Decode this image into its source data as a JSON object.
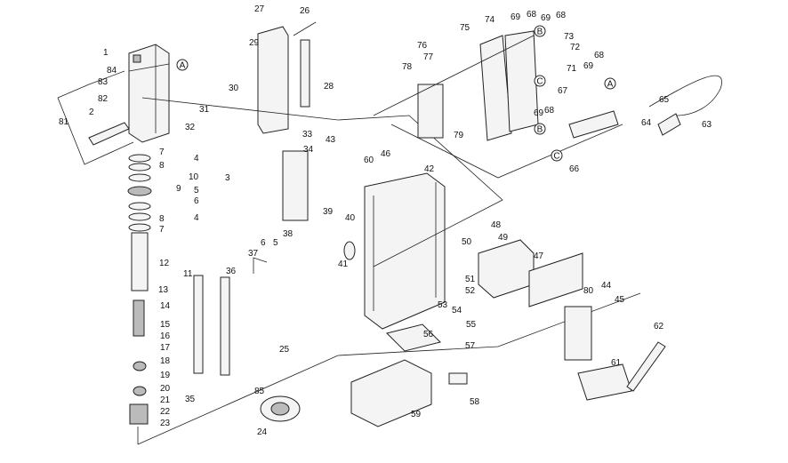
{
  "diagram": {
    "labels": [
      "1",
      "84",
      "83",
      "82",
      "81",
      "2",
      "27",
      "26",
      "29",
      "28",
      "30",
      "31",
      "32",
      "33",
      "34",
      "43",
      "7",
      "8",
      "4",
      "10",
      "9",
      "3",
      "5",
      "6",
      "4",
      "8",
      "7",
      "12",
      "11",
      "13",
      "14",
      "15",
      "16",
      "17",
      "18",
      "19",
      "20",
      "21",
      "22",
      "23",
      "35",
      "36",
      "37",
      "6",
      "5",
      "38",
      "39",
      "40",
      "41",
      "42",
      "46",
      "60",
      "25",
      "85",
      "24",
      "59",
      "56",
      "57",
      "58",
      "53",
      "54",
      "55",
      "51",
      "52",
      "50",
      "49",
      "48",
      "47",
      "80",
      "44",
      "45",
      "62",
      "61",
      "63",
      "64",
      "65",
      "66",
      "67",
      "68",
      "69",
      "68",
      "69",
      "73",
      "72",
      "68",
      "69",
      "71",
      "74",
      "75",
      "76",
      "77",
      "78",
      "79",
      "69",
      "68"
    ],
    "connectors": [
      "A",
      "A",
      "B",
      "C",
      "B",
      "C"
    ]
  }
}
